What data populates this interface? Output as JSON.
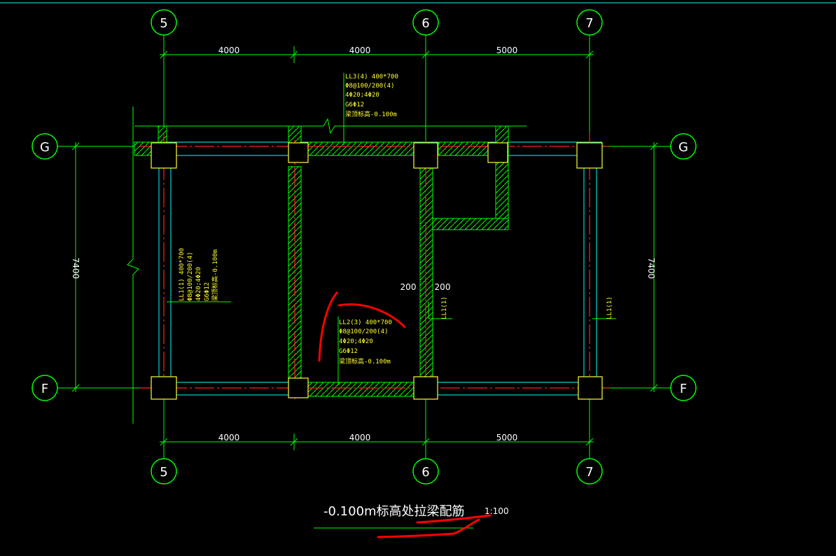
{
  "axes": {
    "cols": [
      "5",
      "6",
      "7"
    ],
    "rows": [
      "G",
      "F"
    ]
  },
  "dims": {
    "top": [
      "4000",
      "4000",
      "5000"
    ],
    "bottom": [
      "4000",
      "4000",
      "5000"
    ],
    "left": "7400",
    "right": "7400",
    "mid_left": "200",
    "mid_right": "200"
  },
  "beams": {
    "ll3": [
      "LL3(4) 400*700",
      "Φ8@100/200(4)",
      "4Φ20;4Φ20",
      "G6Φ12",
      "梁顶标高-0.100m"
    ],
    "ll1": [
      "LL1(1) 400*700",
      "Φ8@100/200(4)",
      "4Φ20;4Φ20",
      "G6Φ12",
      "梁顶标高-0.100m"
    ],
    "ll2": [
      "LL2(3) 400*700",
      "Φ8@100/200(4)",
      "4Φ20;4Φ20",
      "G6Φ12",
      "梁顶标高-0.100m"
    ],
    "ll1_tag_a": "LL1(1)",
    "ll1_tag_b": "LL1(1)"
  },
  "title": {
    "text": "-0.100m标高处拉梁配筋",
    "scale": "1:100"
  },
  "colors": {
    "background": "#000000",
    "axis_line": "#ff2020",
    "grid_green": "#00ff00",
    "beam_cyan": "#00ffff",
    "column_yellow": "#ffff33",
    "annotation": "#ff0000"
  }
}
